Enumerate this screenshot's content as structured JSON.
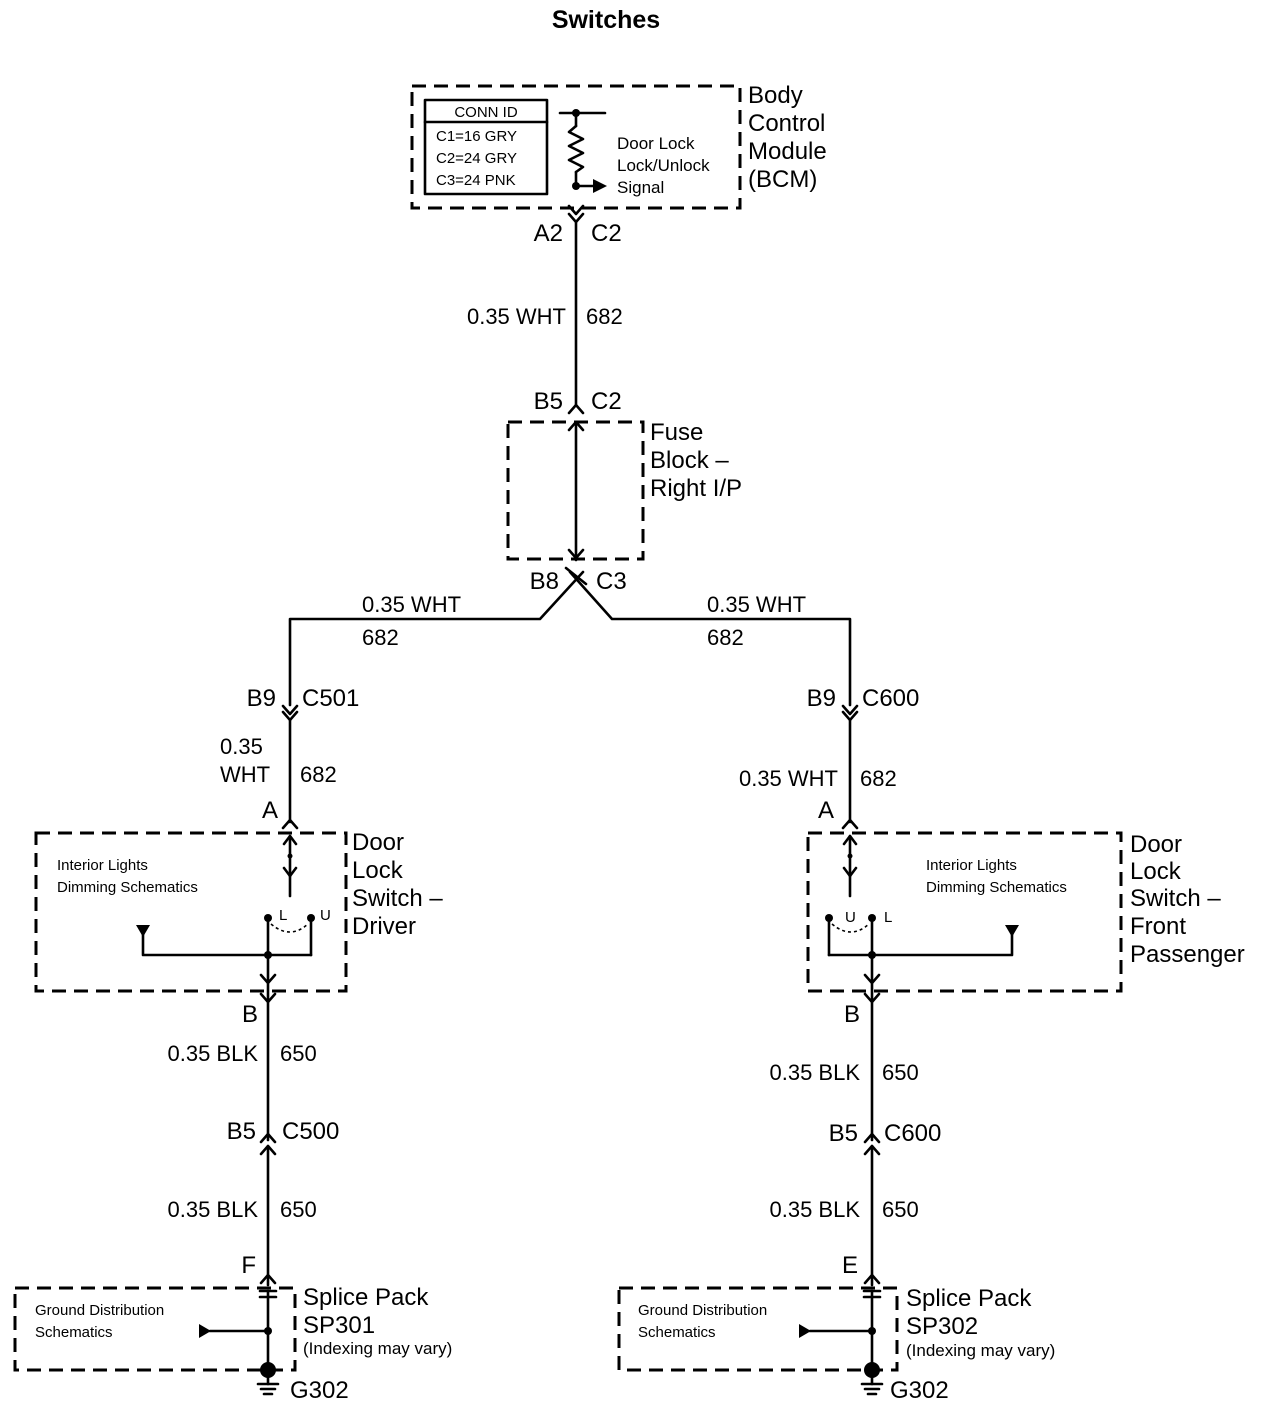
{
  "title": "Switches",
  "bcm": {
    "label_lines": [
      "Body",
      "Control",
      "Module",
      "(BCM)"
    ],
    "conn_id_header": "CONN ID",
    "conn_ids": [
      "C1=16 GRY",
      "C2=24 GRY",
      "C3=24 PNK"
    ],
    "signal_lines": [
      "Door Lock",
      "Lock/Unlock",
      "Signal"
    ],
    "pin": "A2",
    "conn": "C2"
  },
  "wire_bcm_fuse": {
    "size_color": "0.35 WHT",
    "circuit": "682"
  },
  "fuse_block": {
    "label_lines": [
      "Fuse",
      "Block –",
      "Right I/P"
    ],
    "in_pin": "B5",
    "in_conn": "C2",
    "out_pin": "B8",
    "out_conn": "C3"
  },
  "branch_left": {
    "size_color": "0.35 WHT",
    "circuit": "682"
  },
  "branch_right": {
    "size_color": "0.35 WHT",
    "circuit": "682"
  },
  "driver": {
    "inline_pin": "B9",
    "inline_conn": "C501",
    "wire_size": "0.35",
    "wire_color": "WHT",
    "wire_circuit": "682",
    "pin_a": "A",
    "switch_label_lines": [
      "Door",
      "Lock",
      "Switch –",
      "Driver"
    ],
    "ref_lines": [
      "Interior Lights",
      "Dimming Schematics"
    ],
    "pos_l": "L",
    "pos_u": "U",
    "pin_b": "B",
    "wire2": {
      "size_color": "0.35 BLK",
      "circuit": "650"
    },
    "conn2_pin": "B5",
    "conn2": "C500",
    "wire3": {
      "size_color": "0.35 BLK",
      "circuit": "650"
    },
    "splice_pin": "F",
    "splice_label_lines": [
      "Splice Pack",
      "SP301",
      "(Indexing may vary)"
    ],
    "ground_ref_lines": [
      "Ground Distribution",
      "Schematics"
    ],
    "ground": "G302"
  },
  "passenger": {
    "inline_pin": "B9",
    "inline_conn": "C600",
    "wire": {
      "size_color": "0.35 WHT",
      "circuit": "682"
    },
    "pin_a": "A",
    "switch_label_lines": [
      "Door",
      "Lock",
      "Switch –",
      "Front",
      "Passenger"
    ],
    "ref_lines": [
      "Interior Lights",
      "Dimming Schematics"
    ],
    "pos_u": "U",
    "pos_l": "L",
    "pin_b": "B",
    "wire2": {
      "size_color": "0.35 BLK",
      "circuit": "650"
    },
    "conn2_pin": "B5",
    "conn2": "C600",
    "wire3": {
      "size_color": "0.35 BLK",
      "circuit": "650"
    },
    "splice_pin": "E",
    "splice_label_lines": [
      "Splice Pack",
      "SP302",
      "(Indexing may vary)"
    ],
    "ground_ref_lines": [
      "Ground Distribution",
      "Schematics"
    ],
    "ground": "G302"
  }
}
